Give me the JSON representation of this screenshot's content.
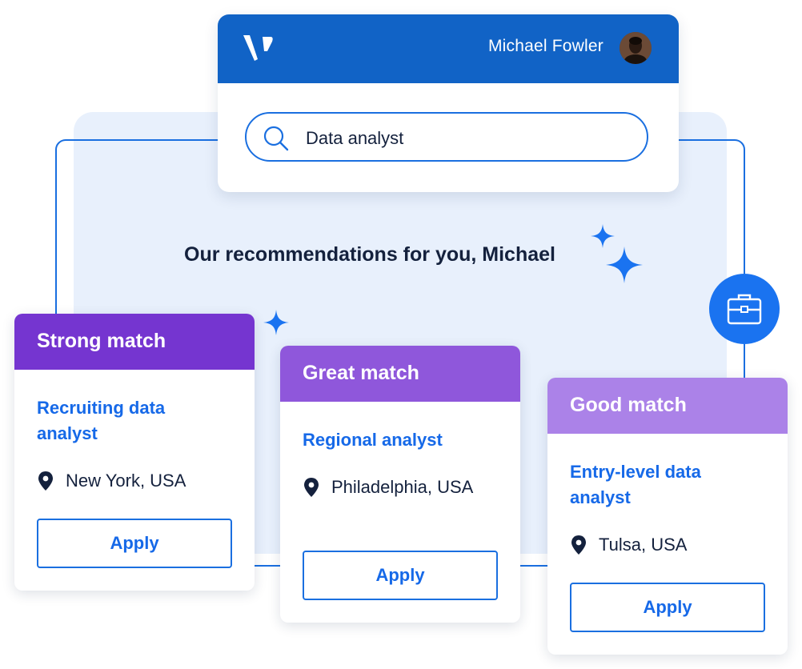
{
  "header": {
    "user_name": "Michael Fowler"
  },
  "search": {
    "value": "Data analyst"
  },
  "heading": "Our recommendations for you, Michael",
  "colors": {
    "brand_blue": "#1163c6",
    "accent_blue": "#1a73f0",
    "strong_match": "#7535d0",
    "great_match": "#8f57db",
    "good_match": "#ab82e8"
  },
  "cards": [
    {
      "match": "Strong match",
      "title": "Recruiting data analyst",
      "location": "New York, USA",
      "apply_label": "Apply"
    },
    {
      "match": "Great match",
      "title": "Regional analyst",
      "location": "Philadelphia, USA",
      "apply_label": "Apply"
    },
    {
      "match": "Good match",
      "title": "Entry-level data analyst",
      "location": "Tulsa, USA",
      "apply_label": "Apply"
    }
  ],
  "icons": [
    "logo-icon",
    "avatar",
    "search-icon",
    "sparkle-icon",
    "briefcase-icon",
    "location-pin-icon"
  ]
}
